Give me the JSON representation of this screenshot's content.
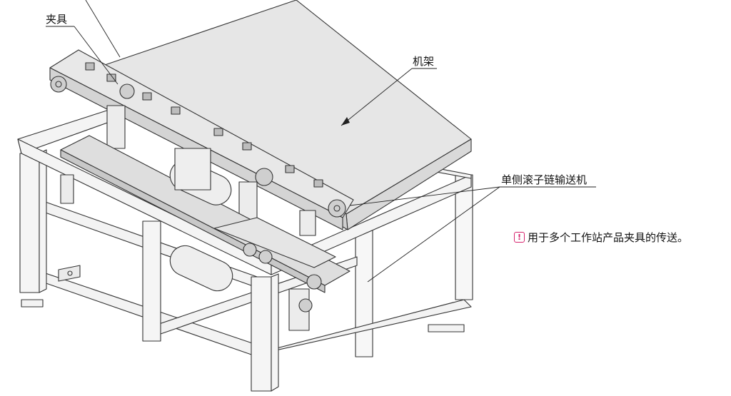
{
  "labels": {
    "fixture": "夹具",
    "frame": "机架",
    "conveyor": "单侧滚子链输送机"
  },
  "note": {
    "icon": "exclamation-icon",
    "text": "用于多个工作站产品夹具的传送。",
    "icon_color": "#d6246e"
  }
}
